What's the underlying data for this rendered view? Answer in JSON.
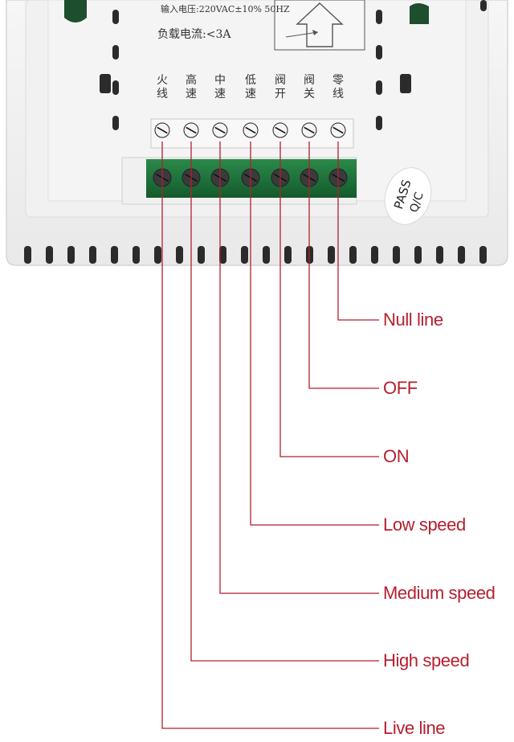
{
  "device": {
    "rating_input": "输入电压:220VAC±10% 50HZ",
    "rating_load": "负载电流:<3A",
    "pass_stamp": "PASS",
    "qc_stamp": "Q/C"
  },
  "terminals": [
    {
      "id": "live",
      "top": "火",
      "bottom": "线",
      "label": "Live line"
    },
    {
      "id": "high",
      "top": "高",
      "bottom": "速",
      "label": "High speed"
    },
    {
      "id": "medium",
      "top": "中",
      "bottom": "速",
      "label": "Medium speed"
    },
    {
      "id": "low",
      "top": "低",
      "bottom": "速",
      "label": "Low speed"
    },
    {
      "id": "on",
      "top": "阀",
      "bottom": "开",
      "label": "ON"
    },
    {
      "id": "off",
      "top": "阀",
      "bottom": "关",
      "label": "OFF"
    },
    {
      "id": "null",
      "top": "零",
      "bottom": "线",
      "label": "Null line"
    }
  ],
  "colors": {
    "wire": "#b51f2e",
    "panel": "#f3f3f3",
    "terminal_block": "#1f6e3a",
    "text": "#333333"
  },
  "icons": {
    "arrow": "up-arrow-icon",
    "screw": "screw-icon"
  }
}
